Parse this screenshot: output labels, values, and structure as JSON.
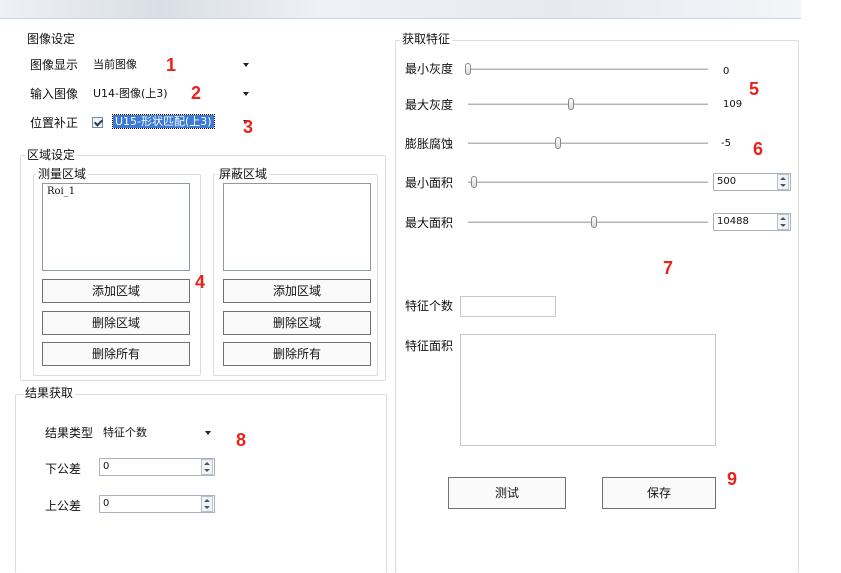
{
  "image_settings": {
    "title": "图像设定",
    "display_label": "图像显示",
    "display_value": "当前图像",
    "input_label": "输入图像",
    "input_value": "U14-图像(上3)",
    "position_label": "位置补正",
    "position_checked": true,
    "position_value": "U15-形状匹配(上3)"
  },
  "region_settings": {
    "title": "区域设定",
    "measure_title": "测量区域",
    "measure_items": [
      "Roi_1"
    ],
    "mask_title": "屏蔽区域",
    "add_label": "添加区域",
    "delete_label": "删除区域",
    "delete_all_label": "删除所有"
  },
  "result": {
    "title": "结果获取",
    "type_label": "结果类型",
    "type_value": "特征个数",
    "lower_label": "下公差",
    "lower_value": "0",
    "upper_label": "上公差",
    "upper_value": "0"
  },
  "features": {
    "title": "获取特征",
    "min_gray_label": "最小灰度",
    "min_gray_value": "0",
    "max_gray_label": "最大灰度",
    "max_gray_value": "109",
    "dilate_label": "膨胀腐蚀",
    "dilate_value": "-5",
    "min_area_label": "最小面积",
    "min_area_value": "500",
    "max_area_label": "最大面积",
    "max_area_value": "10488",
    "count_label": "特征个数",
    "count_value": "",
    "area_label": "特征面积",
    "area_value": "",
    "test_label": "测试",
    "save_label": "保存"
  },
  "annotations": {
    "n1": "1",
    "n2": "2",
    "n3": "3",
    "n4": "4",
    "n5": "5",
    "n6": "6",
    "n7": "7",
    "n8": "8",
    "n9": "9",
    "color": "#e8231d"
  }
}
